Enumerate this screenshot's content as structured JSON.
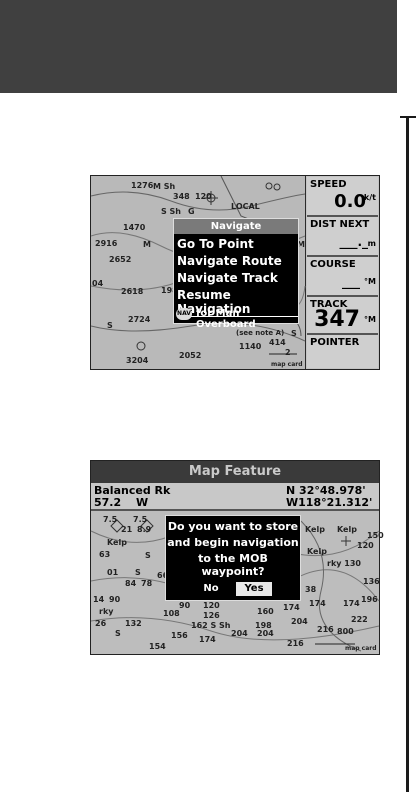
{
  "screen1": {
    "map_numbers": [
      "1276",
      "M Sh",
      "348",
      "120",
      "LOCAL",
      "S Sh",
      "G",
      "1470",
      "M",
      "2916",
      "2652",
      "2618",
      "198",
      "04",
      "2724",
      "S",
      "1140",
      "2052",
      "3204",
      "(see note A)",
      "2",
      "map card",
      "MI",
      "414",
      "S"
    ],
    "fields": [
      {
        "label": "SPEED",
        "value": "0.0",
        "unit": "k/t"
      },
      {
        "label": "DIST NEXT",
        "value": "___._",
        "unit": "m"
      },
      {
        "label": "COURSE",
        "value": "___",
        "unit": "°M"
      },
      {
        "label": "TRACK",
        "value": "347",
        "unit": "°M"
      },
      {
        "label": "POINTER",
        "value": "",
        "unit": ""
      }
    ],
    "menu": {
      "title": "Navigate",
      "items": [
        "Go To Point",
        "Navigate Route",
        "Navigate Track",
        "Resume Navigation"
      ],
      "nav_button": "NAV",
      "mob_hint": "for Man Overboard"
    }
  },
  "screen2": {
    "title": "Map Feature",
    "feature_name": "Balanced Rk",
    "feature_dist": "57.2",
    "feature_dir": "W",
    "lat": "N  32°48.978'",
    "lon": "W118°21.312'",
    "map_numbers": [
      "7.5",
      "7.5",
      "21",
      "8.9",
      "Kelp",
      "63",
      "S",
      "01",
      "S",
      "84",
      "78",
      "66",
      "14",
      "90",
      "rky",
      "26",
      "S",
      "132",
      "154",
      "156",
      "174",
      "204",
      "204",
      "216",
      "Kelp",
      "Kelp",
      "150",
      "120",
      "Kelp",
      "rky 130",
      "136",
      "174",
      "174",
      "196",
      "204",
      "222",
      "216",
      "800",
      "map card",
      "38",
      "108",
      "126",
      "160",
      "174",
      "198",
      "162 S Sh",
      "90",
      "120"
    ],
    "dialog": {
      "lines": [
        "Do you want to store",
        "and begin navigation",
        "to the MOB waypoint?"
      ],
      "no": "No",
      "yes": "Yes"
    }
  }
}
